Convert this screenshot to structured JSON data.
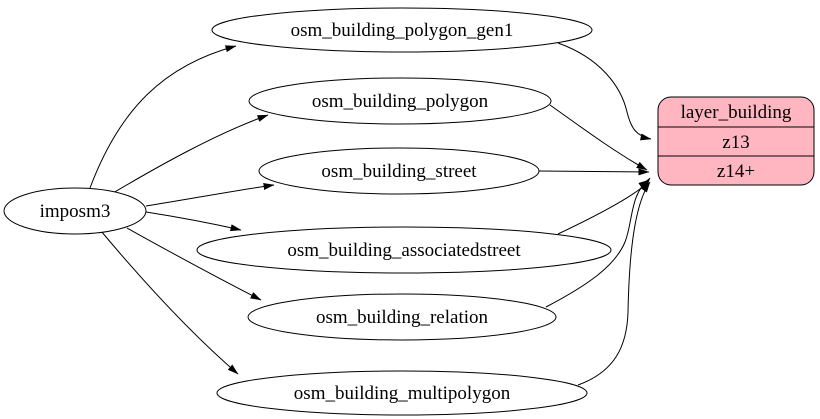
{
  "diagram": {
    "background": "#ffffff",
    "edge_color": "#000000",
    "node_stroke": "#000000",
    "node_fill": "#ffffff",
    "source_node": {
      "label": "imposm3"
    },
    "table_nodes": [
      {
        "label": "osm_building_polygon_gen1"
      },
      {
        "label": "osm_building_polygon"
      },
      {
        "label": "osm_building_street"
      },
      {
        "label": "osm_building_associatedstreet"
      },
      {
        "label": "osm_building_relation"
      },
      {
        "label": "osm_building_multipolygon"
      }
    ],
    "layer_node": {
      "title": "layer_building",
      "rows": [
        "z13",
        "z14+"
      ],
      "fill": "#ffb6c1"
    },
    "edges": [
      {
        "from": "imposm3",
        "to": "osm_building_polygon_gen1"
      },
      {
        "from": "imposm3",
        "to": "osm_building_polygon"
      },
      {
        "from": "imposm3",
        "to": "osm_building_street"
      },
      {
        "from": "imposm3",
        "to": "osm_building_associatedstreet"
      },
      {
        "from": "imposm3",
        "to": "osm_building_relation"
      },
      {
        "from": "imposm3",
        "to": "osm_building_multipolygon"
      },
      {
        "from": "osm_building_polygon_gen1",
        "to": "layer_building:z13"
      },
      {
        "from": "osm_building_polygon",
        "to": "layer_building:z14+"
      },
      {
        "from": "osm_building_street",
        "to": "layer_building:z14+"
      },
      {
        "from": "osm_building_associatedstreet",
        "to": "layer_building:z14+"
      },
      {
        "from": "osm_building_relation",
        "to": "layer_building:z14+"
      },
      {
        "from": "osm_building_multipolygon",
        "to": "layer_building:z14+"
      }
    ]
  }
}
